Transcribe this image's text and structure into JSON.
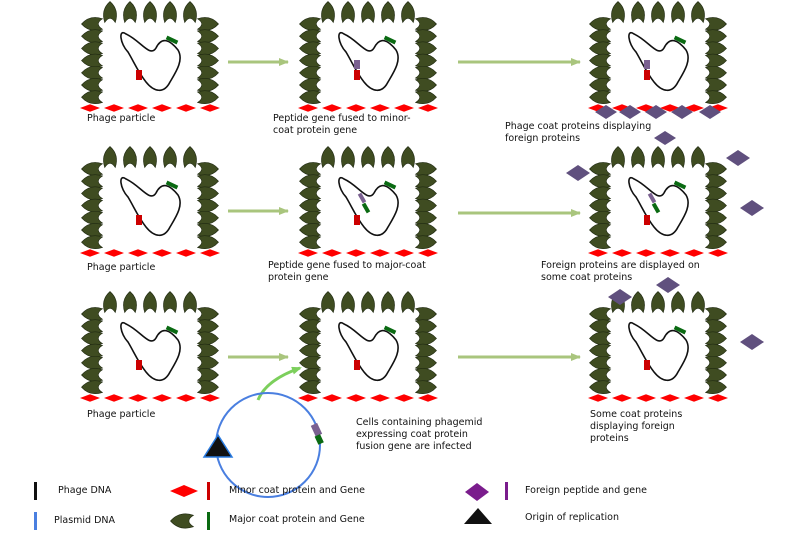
{
  "colors": {
    "coat": "#3f4c21",
    "coat_edge": "#1e2810",
    "minor_coat": "#ff0000",
    "minor_gene": "#cc0000",
    "major_gene": "#0a6a12",
    "foreign": "#60507e",
    "foreign_gene": "#7a6090",
    "plasmid": "#4a7fe0",
    "arrow": "#a9c57d",
    "curved_arrow": "#7ccf5c",
    "dna": "#111111"
  },
  "rows": [
    {
      "captions": [
        "Phage particle",
        "Peptide gene fused to minor-\ncoat protein gene",
        "Phage coat proteins displaying\nforeign proteins"
      ]
    },
    {
      "captions": [
        "Phage particle",
        "Peptide gene fused to major-coat\nprotein gene",
        "Foreign proteins are displayed on\nsome coat proteins"
      ]
    },
    {
      "captions": [
        "Phage particle",
        "Cells containing phagemid\nexpressing coat protein\nfusion gene are infected",
        "Some coat proteins\ndisplaying foreign\nproteins"
      ]
    }
  ],
  "legend": {
    "phage_dna": "Phage DNA",
    "plasmid_dna": "Plasmid DNA",
    "minor_coat": "Minor coat protein and Gene",
    "major_coat": "Major coat protein and Gene",
    "foreign": "Foreign peptide and gene",
    "origin": "Origin of replication"
  }
}
